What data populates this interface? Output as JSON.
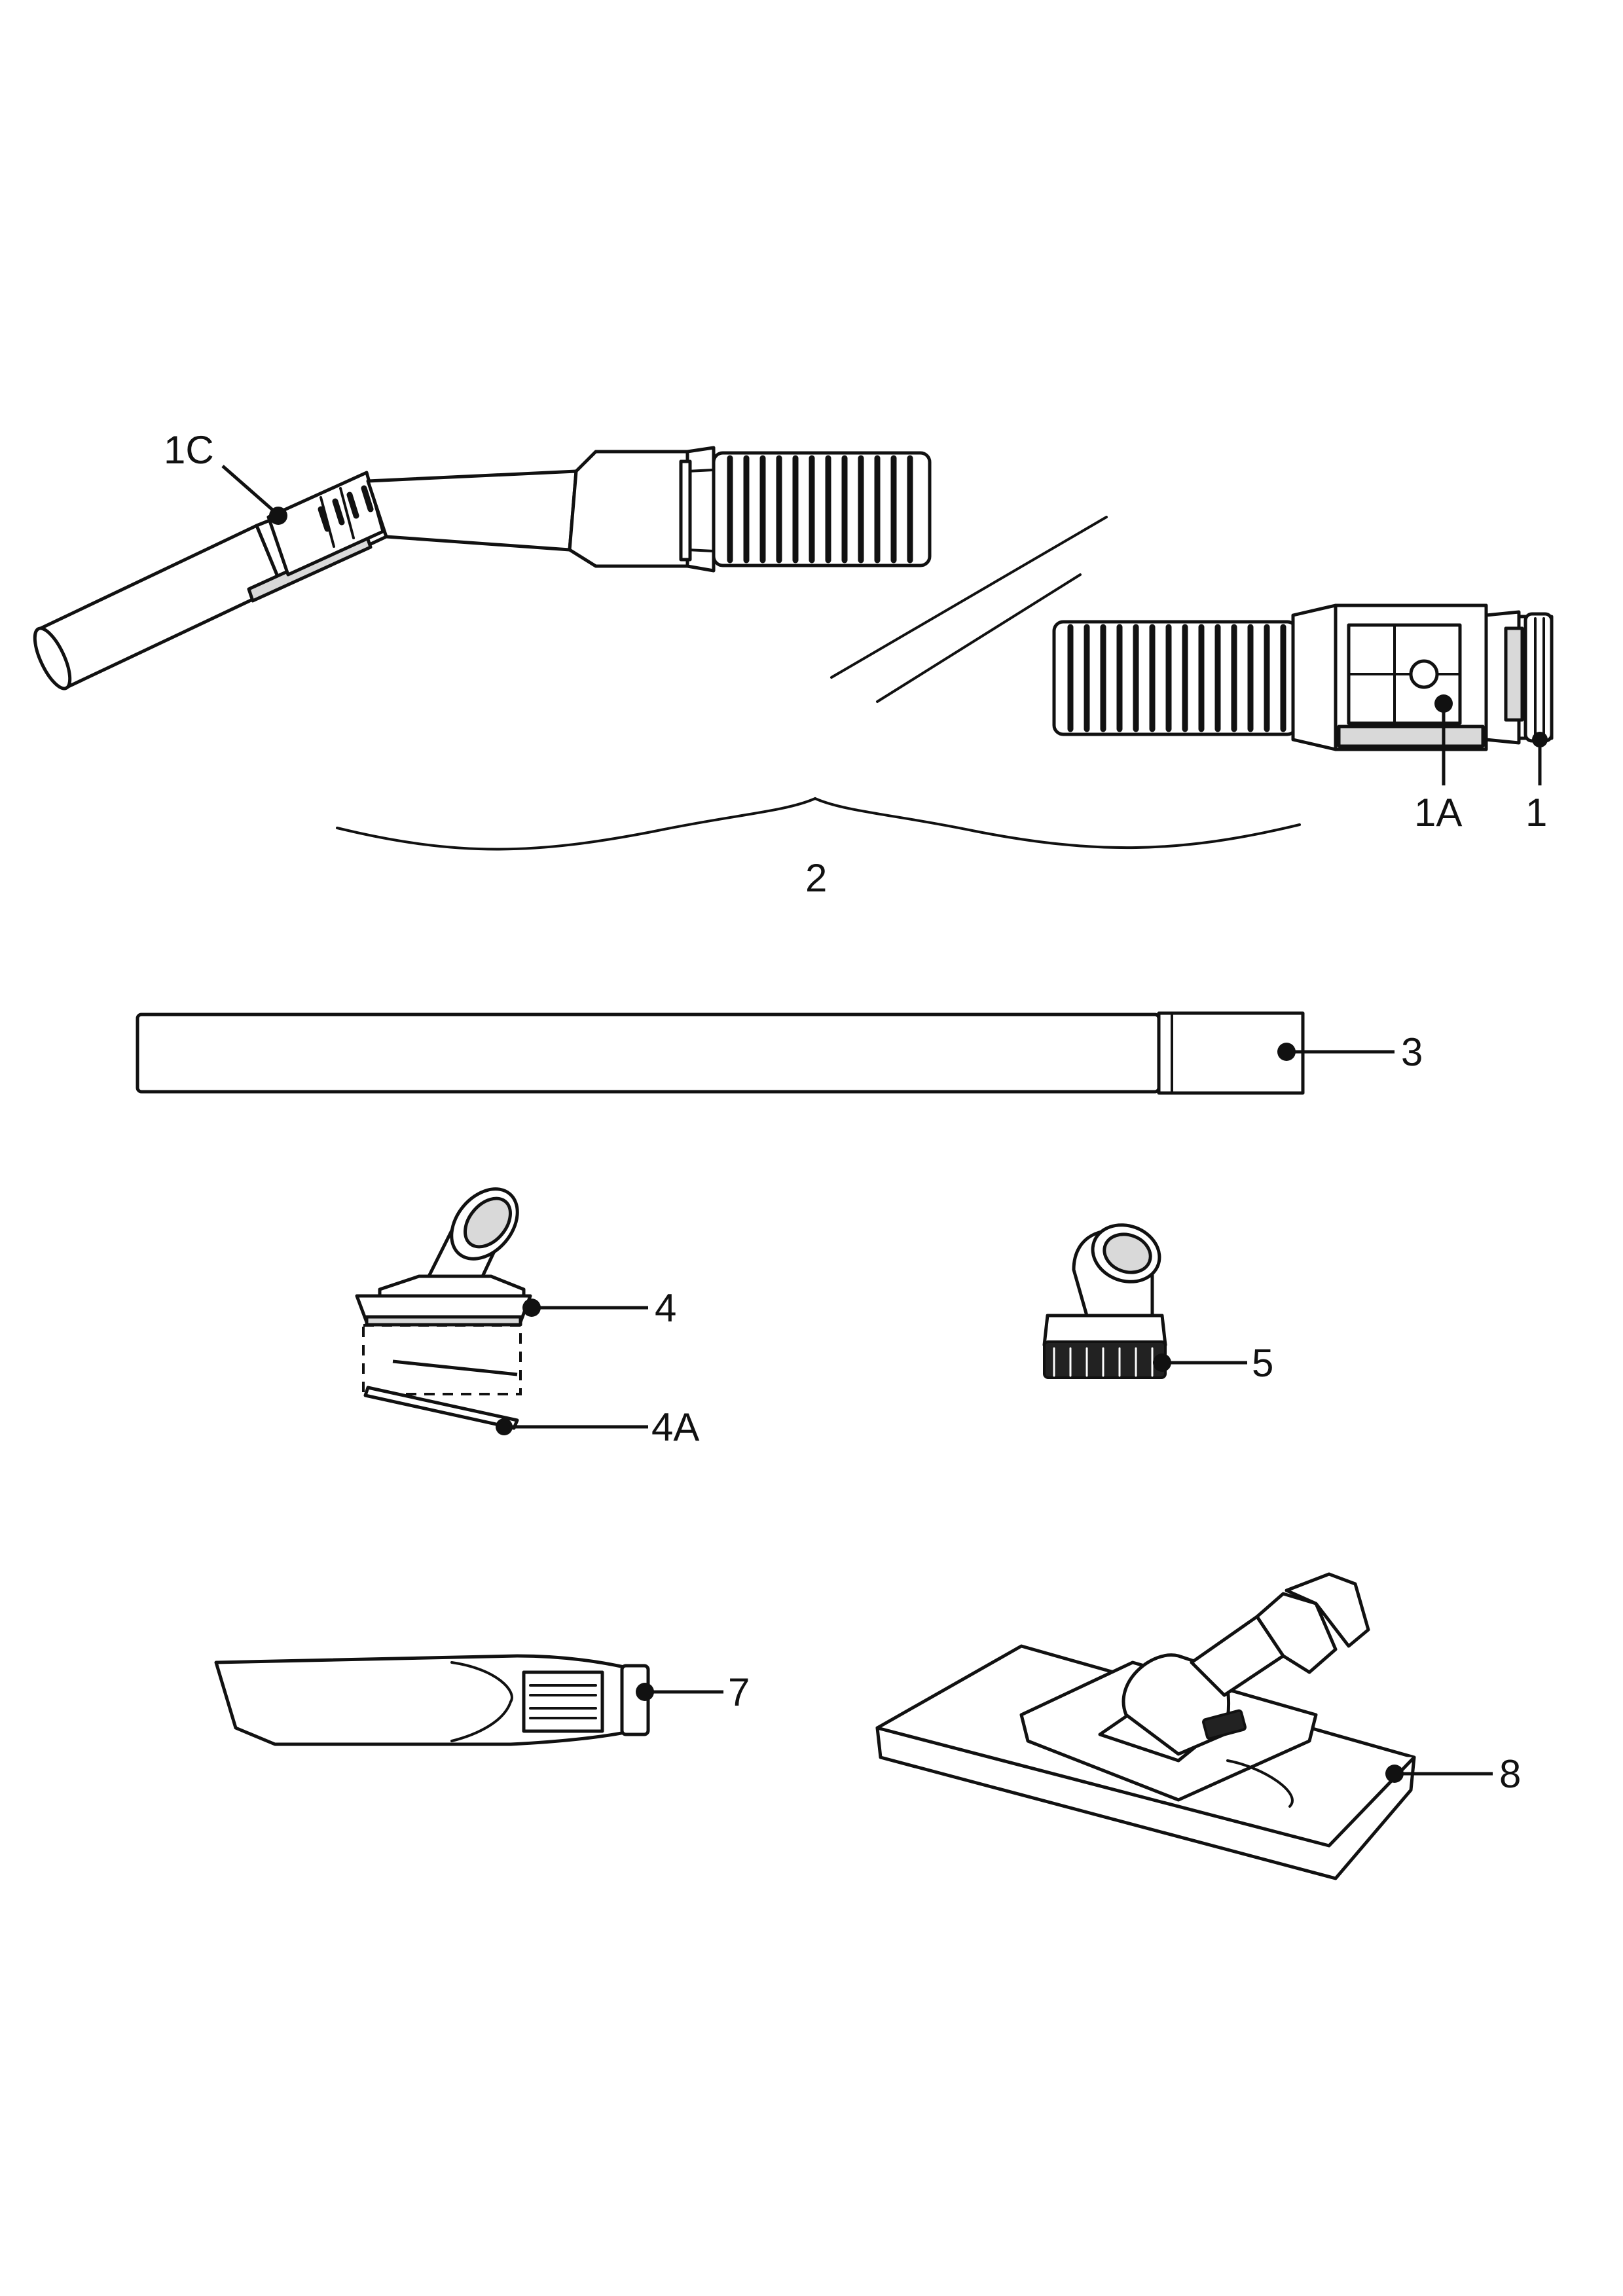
{
  "callouts": {
    "c1C": "1C",
    "c1A": "1A",
    "c1": "1",
    "c2": "2",
    "c3": "3",
    "c4": "4",
    "c4A": "4A",
    "c5": "5",
    "c7": "7",
    "c8": "8"
  },
  "colors": {
    "line": "#111111",
    "fill": "#ffffff",
    "shade": "#d9d9d9"
  }
}
